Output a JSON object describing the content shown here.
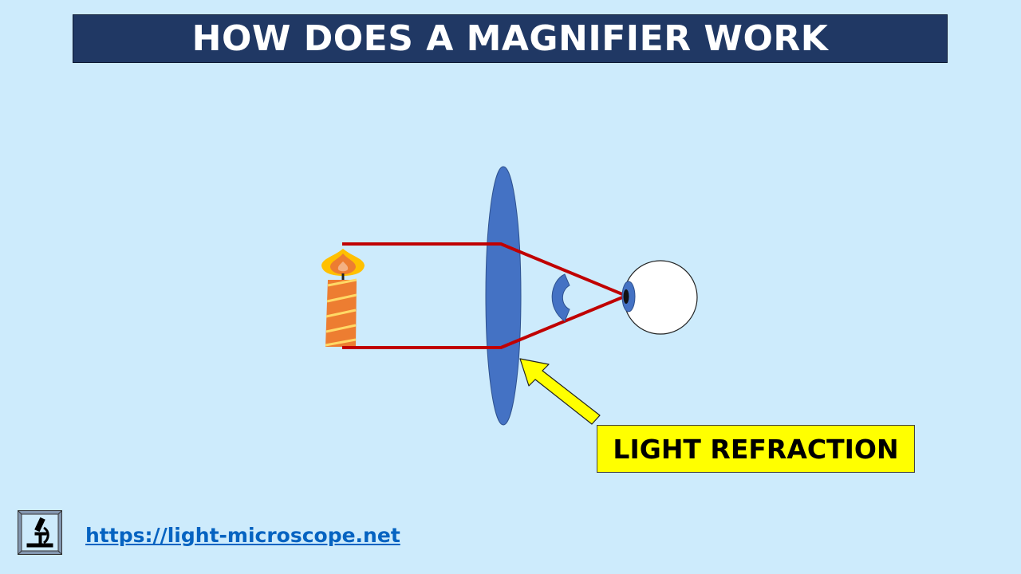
{
  "title": "HOW DOES A MAGNIFIER WORK",
  "diagram": {
    "objects": [
      "candle-icon",
      "lens",
      "virtual-image-icon",
      "eye-icon",
      "arrow-icon"
    ],
    "colors": {
      "background": "#cdebfc",
      "title_bar": "#203864",
      "lens": "#4472c4",
      "light_rays": "#c00000",
      "callout_fill": "#ffff00",
      "candle_body": "#ed7d31",
      "candle_stripes": "#ffd966",
      "flame_outer": "#ffc000"
    }
  },
  "callout": {
    "label": "LIGHT REFRACTION"
  },
  "footer": {
    "logo": "microscope-icon",
    "url": "https://light-microscope.net"
  }
}
